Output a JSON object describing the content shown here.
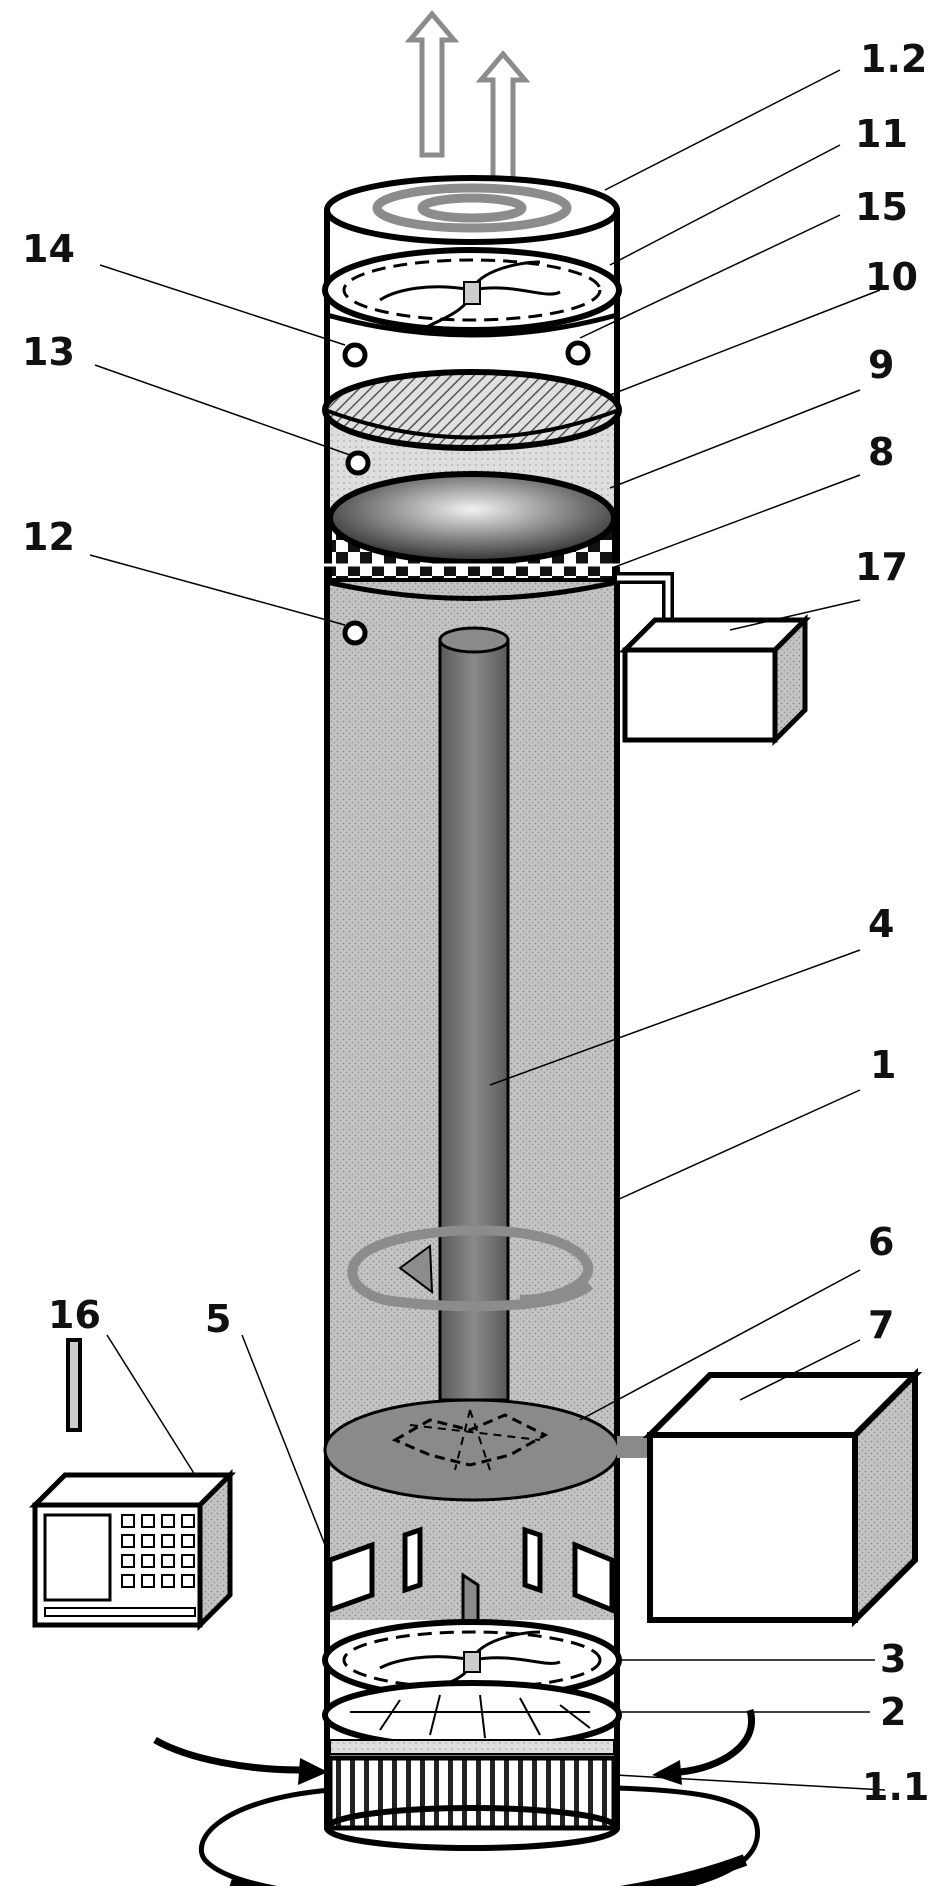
{
  "labels": {
    "l1_2": "1.2",
    "l11": "11",
    "l15": "15",
    "l14": "14",
    "l10": "10",
    "l13": "13",
    "l9": "9",
    "l8": "8",
    "l12": "12",
    "l17": "17",
    "l4": "4",
    "l1": "1",
    "l6": "6",
    "l16": "16",
    "l5": "5",
    "l7": "7",
    "l3": "3",
    "l2": "2",
    "l1_1": "1.1"
  },
  "colors": {
    "outline": "#000000",
    "column_fill": "#b8b8b8",
    "inner_tube": "#6e6e6e",
    "arrow_gray": "#8c8c8c",
    "box_fill": "#c8c8c8"
  }
}
